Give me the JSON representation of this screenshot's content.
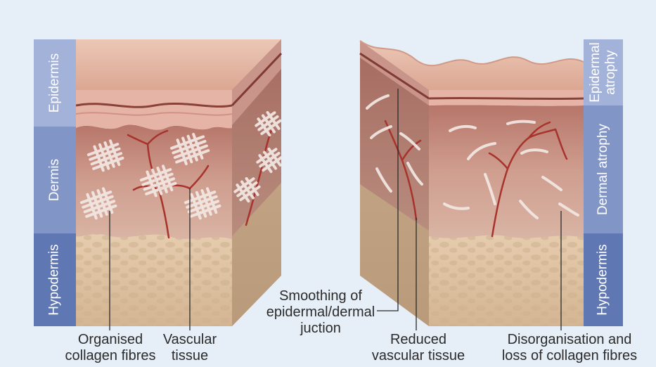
{
  "layers_left": {
    "epidermis": "Epidermis",
    "dermis": "Dermis",
    "hypodermis": "Hypodermis"
  },
  "layers_right": {
    "epidermal_atrophy_line1": "Epidermal",
    "epidermal_atrophy_line2": "atrophy",
    "dermal_atrophy": "Dermal atrophy",
    "hypodermis": "Hypodermis"
  },
  "annotations": {
    "organised_line1": "Organised",
    "organised_line2": "collagen fibres",
    "vascular_line1": "Vascular",
    "vascular_line2": "tissue",
    "smoothing_line1": "Smoothing of",
    "smoothing_line2": "epidermal/dermal",
    "smoothing_line3": "juction",
    "reduced_line1": "Reduced",
    "reduced_line2": "vascular tissue",
    "disorg_line1": "Disorganisation and",
    "disorg_line2": "loss of collagen fibres"
  },
  "colors": {
    "background": "#e6eef7",
    "layer_epidermis": "#a3b2d8",
    "layer_dermis": "#8195c6",
    "layer_hypodermis": "#5f78b4",
    "skin_top": "#e3b6a2",
    "dermis_tissue": "#c89484",
    "hypodermis_tissue": "#dcc3a3",
    "vessel": "#a8322c"
  }
}
